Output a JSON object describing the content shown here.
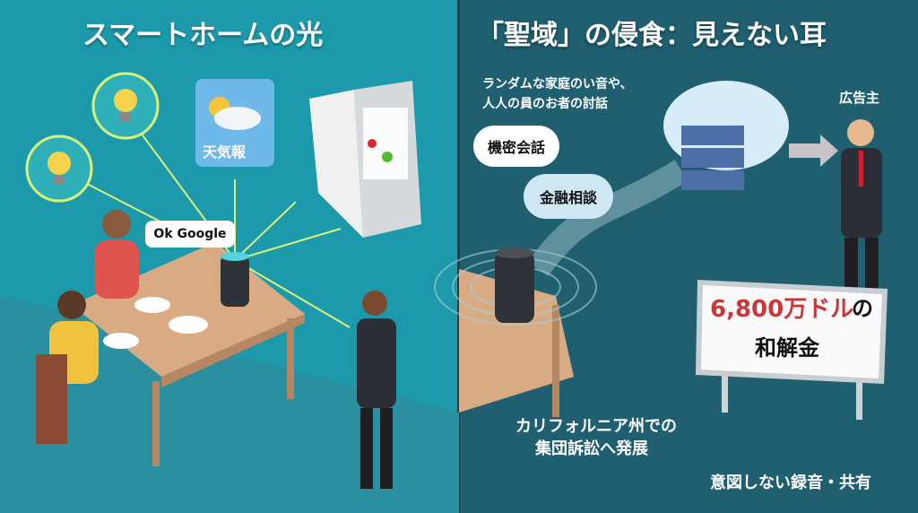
{
  "left": {
    "title": "スマートホームの光",
    "weather_label": "天気報",
    "speech": "Ok Google"
  },
  "right": {
    "title": "「聖域」の侵食：見えない耳",
    "caption_top_line1": "ランダムな家庭のい音や、",
    "caption_top_line2": "人人の員のお者の討話",
    "bubble1": "機密会話",
    "bubble2": "金融相談",
    "advertiser": "広告主",
    "sign_amount": "6,800万ドル",
    "sign_no": "の",
    "sign_text": "和解金",
    "lawsuit_line1": "カリフォルニア州での",
    "lawsuit_line2": "集団訴訟へ発展",
    "bottom_caption": "意図しない録音・共有"
  },
  "colors": {
    "left_bg": "#1c9aac",
    "right_bg": "#1f5f70",
    "sign_red": "#c8383a"
  }
}
